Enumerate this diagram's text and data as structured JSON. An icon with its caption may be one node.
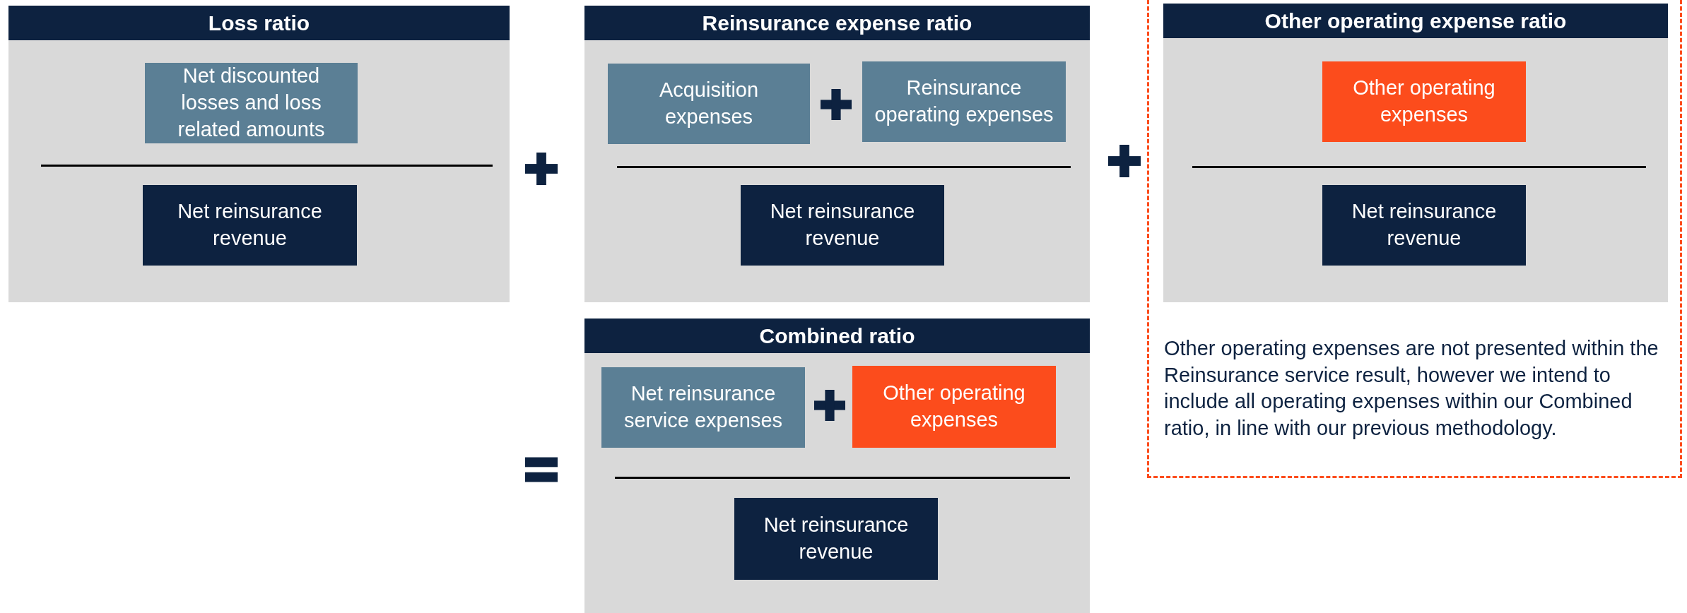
{
  "diagram": {
    "nodes": [
      {
        "text": [
          "Loss ratio"
        ]
      },
      {
        "text": [
          "Net discounted losses and loss related amounts"
        ],
        "in": 0
      },
      {
        "text": [
          "Net reinsurance revenue"
        ],
        "in": 0
      },
      {
        "text": [
          "Reinsurance expense ratio"
        ]
      },
      {
        "text": [
          "Acquisition expenses"
        ],
        "in": 3
      },
      {
        "text": [
          "Reinsurance operating expenses"
        ],
        "in": 3
      },
      {
        "text": [
          "Net reinsurance revenue"
        ],
        "in": 3
      },
      {
        "text": [
          "Other operating expenses are not presented within the Reinsurance service result, however we intend to include all operating expenses within our Combined ratio, in line with our previous methodology."
        ]
      },
      {
        "text": [
          "Other operating expense ratio"
        ],
        "in": 7
      },
      {
        "text": [
          "Other operating expenses"
        ],
        "in": 8
      },
      {
        "text": [
          "Net reinsurance revenue"
        ],
        "in": 8
      },
      {
        "text": [
          "Combined ratio"
        ]
      },
      {
        "text": [
          "Net reinsurance service expenses"
        ],
        "in": 11
      },
      {
        "text": [
          "Other operating expenses"
        ],
        "in": 11
      },
      {
        "text": [
          "Net reinsurance revenue"
        ],
        "in": 11
      }
    ],
    "edges": []
  }
}
